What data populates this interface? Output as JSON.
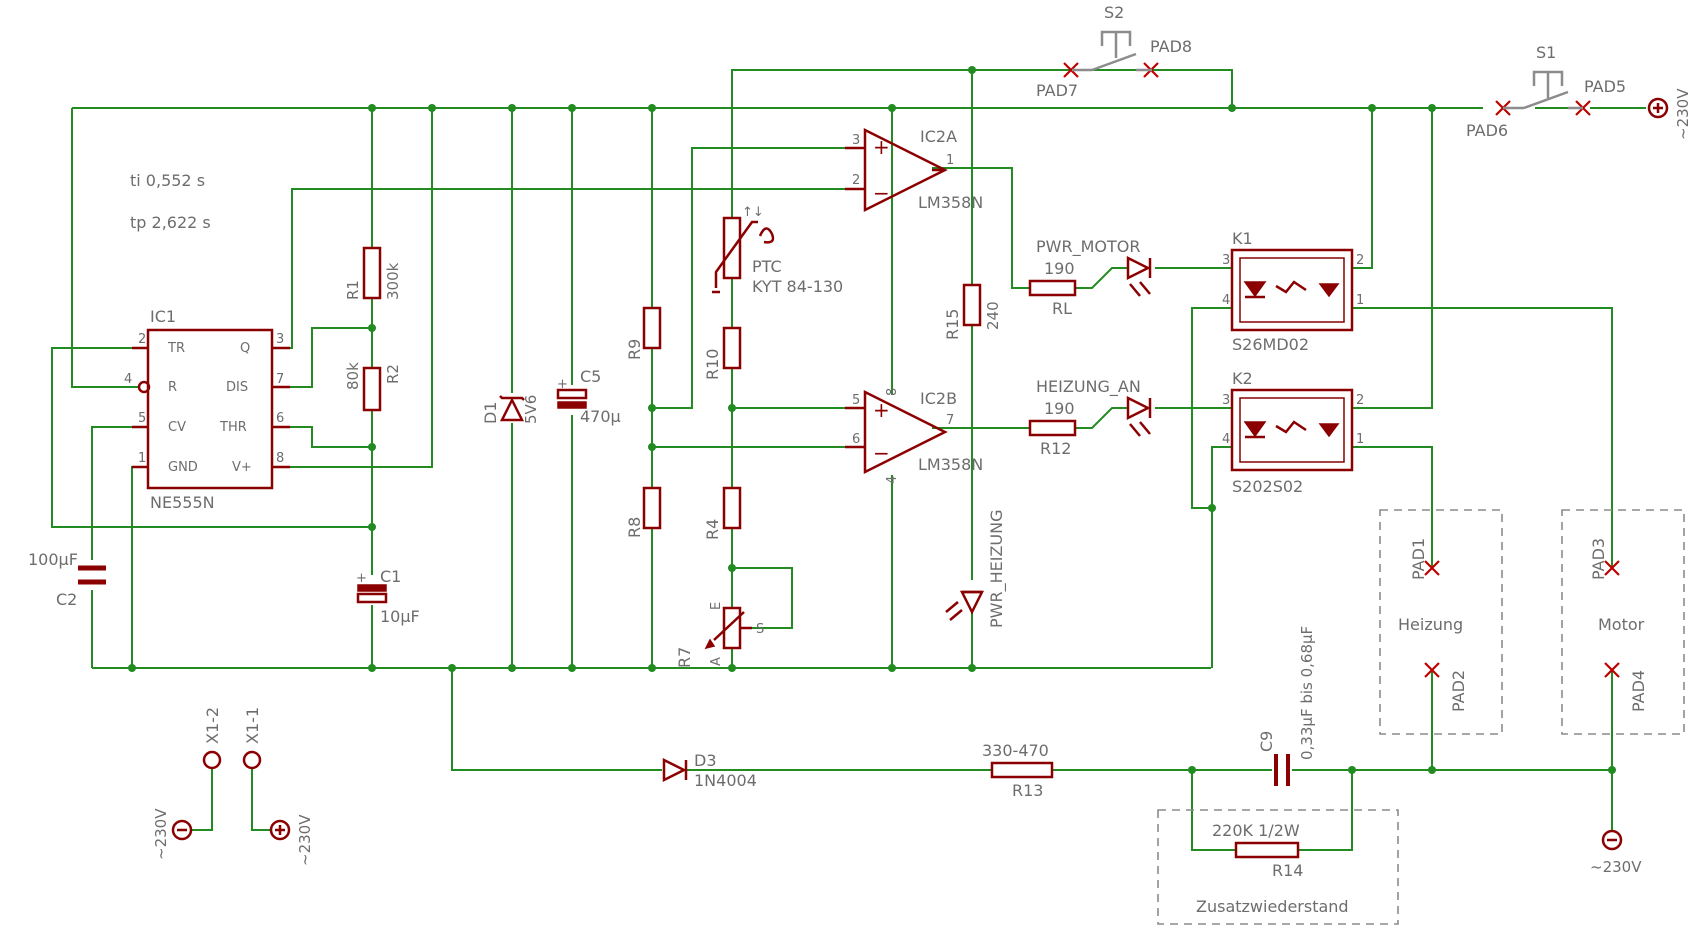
{
  "timing": {
    "ti": "ti 0,552 s",
    "tp": "tp 2,622 s"
  },
  "ic1": {
    "name": "IC1",
    "part": "NE555N",
    "pins_left": [
      {
        "num": "2",
        "label": "TR"
      },
      {
        "num": "4",
        "label": "R"
      },
      {
        "num": "5",
        "label": "CV"
      },
      {
        "num": "1",
        "label": "GND"
      }
    ],
    "pins_right": [
      {
        "num": "3",
        "label": "Q"
      },
      {
        "num": "7",
        "label": "DIS"
      },
      {
        "num": "6",
        "label": "THR"
      },
      {
        "num": "8",
        "label": "V+"
      }
    ]
  },
  "r1": {
    "name": "R1",
    "value": "300k"
  },
  "r2": {
    "name": "R2",
    "value": "80k"
  },
  "c1": {
    "name": "C1",
    "value": "10µF"
  },
  "c2": {
    "name": "C2",
    "value": "100µF"
  },
  "d1": {
    "name": "D1",
    "value": "5V6"
  },
  "c5": {
    "name": "C5",
    "value": "470µ"
  },
  "r9": {
    "name": "R9"
  },
  "r8": {
    "name": "R8"
  },
  "r10": {
    "name": "R10"
  },
  "r4": {
    "name": "R4"
  },
  "r7": {
    "name": "R7",
    "pin_e": "E",
    "pin_s": "S",
    "pin_a": "A"
  },
  "ptc": {
    "name": "PTC",
    "part": "KYT 84-130"
  },
  "ic2a": {
    "name": "IC2A",
    "part": "LM358N",
    "pin_plus": "3",
    "pin_minus": "2",
    "pin_out": "1"
  },
  "ic2b": {
    "name": "IC2B",
    "part": "LM358N",
    "pin_plus": "5",
    "pin_minus": "6",
    "pin_out": "7",
    "pin_vcc": "8",
    "pin_gnd": "4"
  },
  "r15": {
    "name": "R15",
    "value": "240"
  },
  "led_heizung": {
    "name": "PWR_HEIZUNG"
  },
  "led_motor": {
    "name": "PWR_MOTOR"
  },
  "led_heizung_an": {
    "name": "HEIZUNG_AN"
  },
  "rl": {
    "name": "RL",
    "value": "190"
  },
  "r12": {
    "name": "R12",
    "value": "190"
  },
  "k1": {
    "name": "K1",
    "part": "S26MD02",
    "pins": [
      "3",
      "4",
      "2",
      "1"
    ]
  },
  "k2": {
    "name": "K2",
    "part": "S202S02",
    "pins": [
      "3",
      "4",
      "2",
      "1"
    ]
  },
  "switches": [
    {
      "name": "S2",
      "pad_left": "PAD7",
      "pad_right": "PAD8"
    },
    {
      "name": "S1",
      "pad_left": "PAD6",
      "pad_right": "PAD5"
    }
  ],
  "supply_top": "~230V",
  "supply_bottom": "~230V",
  "x1": [
    {
      "name": "X1-2",
      "label": "~230V"
    },
    {
      "name": "X1-1",
      "label": "~230V"
    }
  ],
  "d3": {
    "name": "D3",
    "part": "1N4004"
  },
  "r13": {
    "name": "R13",
    "value": "330-470"
  },
  "c9": {
    "name": "C9",
    "value": "0,33µF bis 0,68µF"
  },
  "r14": {
    "name": "R14",
    "value": "220K 1/2W"
  },
  "box_zusatz": "Zusatzwiederstand",
  "box_heizung": {
    "title": "Heizung",
    "pad_top": "PAD1",
    "pad_bottom": "PAD2"
  },
  "box_motor": {
    "title": "Motor",
    "pad_top": "PAD3",
    "pad_bottom": "PAD4"
  },
  "colors": {
    "wire": "#228b22",
    "symbol": "#8b0000",
    "label": "#6d6d6d",
    "pad_marker": "#c00000",
    "frame": "#8c8c8c"
  }
}
